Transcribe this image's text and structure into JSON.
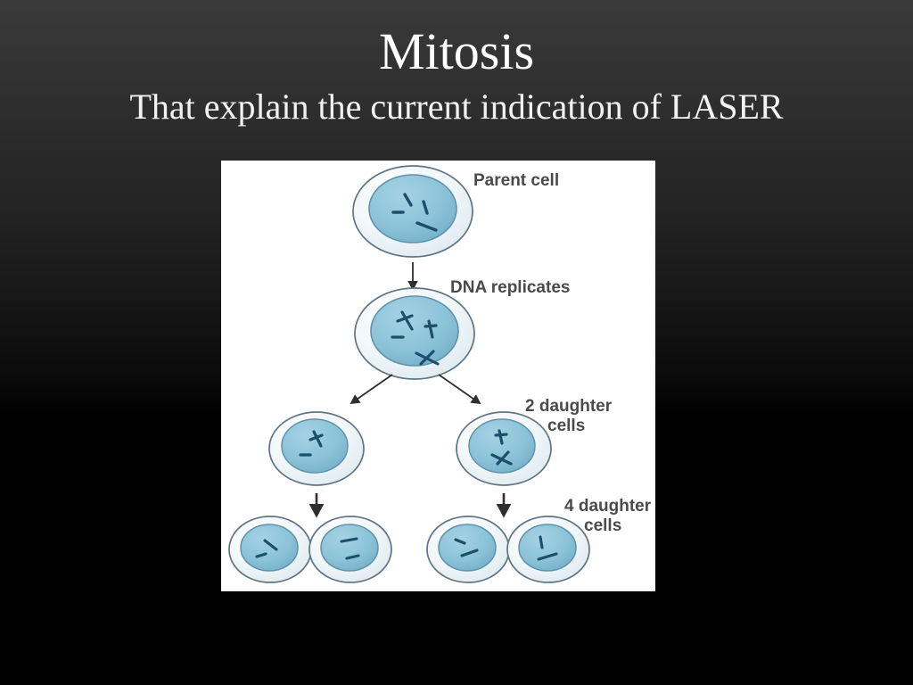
{
  "slide": {
    "title": "Mitosis",
    "subtitle": "That explain the current indication of LASER",
    "background_top_color": "#3a3a3a",
    "background_bottom_color": "#000000",
    "title_color": "#ffffff"
  },
  "figure": {
    "panel_background": "#ffffff",
    "label_color": "#4a4a4a",
    "cell_membrane_color": "#eef4f7",
    "cell_membrane_stroke": "#5f7582",
    "nucleus_color": "#8cc3d8",
    "nucleus_stroke": "#5f93ab",
    "chromosome_color": "#1d4f6b",
    "arrow_color": "#2e2e2e",
    "labels": {
      "parent_cell": "Parent cell",
      "dna_replicates": "DNA replicates",
      "two_daughter_cells_line1": "2 daughter",
      "two_daughter_cells_line2": "cells",
      "four_daughter_cells_line1": "4 daughter",
      "four_daughter_cells_line2": "cells"
    },
    "stages": [
      {
        "name": "parent-cell",
        "cell_count": 1,
        "chromosome_state": "single"
      },
      {
        "name": "dna-replicated-cell",
        "cell_count": 1,
        "chromosome_state": "duplicated"
      },
      {
        "name": "two-daughter-cells",
        "cell_count": 2,
        "chromosome_state": "duplicated"
      },
      {
        "name": "four-daughter-cells",
        "cell_count": 4,
        "chromosome_state": "single"
      }
    ]
  }
}
